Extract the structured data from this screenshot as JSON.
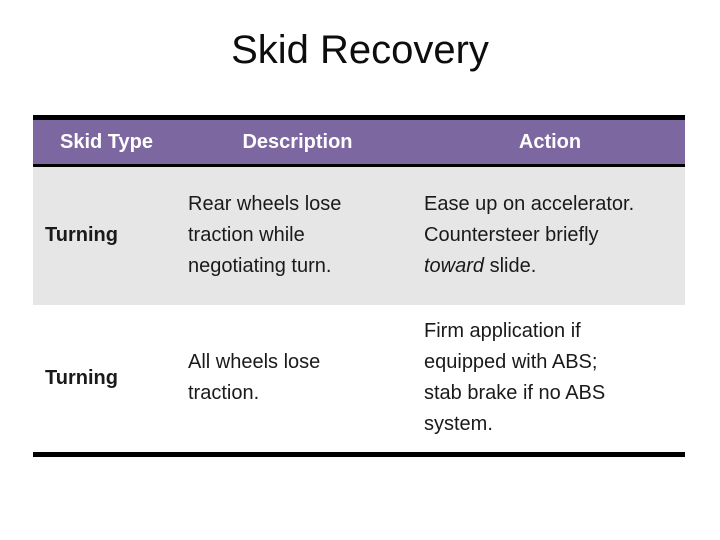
{
  "title": "Skid Recovery",
  "table": {
    "headers": [
      "Skid Type",
      "Description",
      "Action"
    ],
    "rows": [
      {
        "skid_type": "Turning",
        "description": "Rear wheels lose traction while negotiating turn.",
        "action_parts": [
          {
            "text": "Ease up on accelerator. Countersteer briefly ",
            "style": "normal"
          },
          {
            "text": "toward",
            "style": "italic"
          },
          {
            "text": " slide.",
            "style": "normal"
          }
        ]
      },
      {
        "skid_type": "Turning",
        "description": "All wheels lose traction.",
        "action_parts": [
          {
            "text": "Firm application if equipped with ABS; stab brake if no ABS system.",
            "style": "normal"
          }
        ]
      }
    ]
  },
  "colors": {
    "header_bg": "#7D67A0",
    "header_text": "#FFFFFF",
    "row_alt_bg": "#E6E6E6",
    "row_bg": "#FFFFFF",
    "border": "#000000"
  }
}
